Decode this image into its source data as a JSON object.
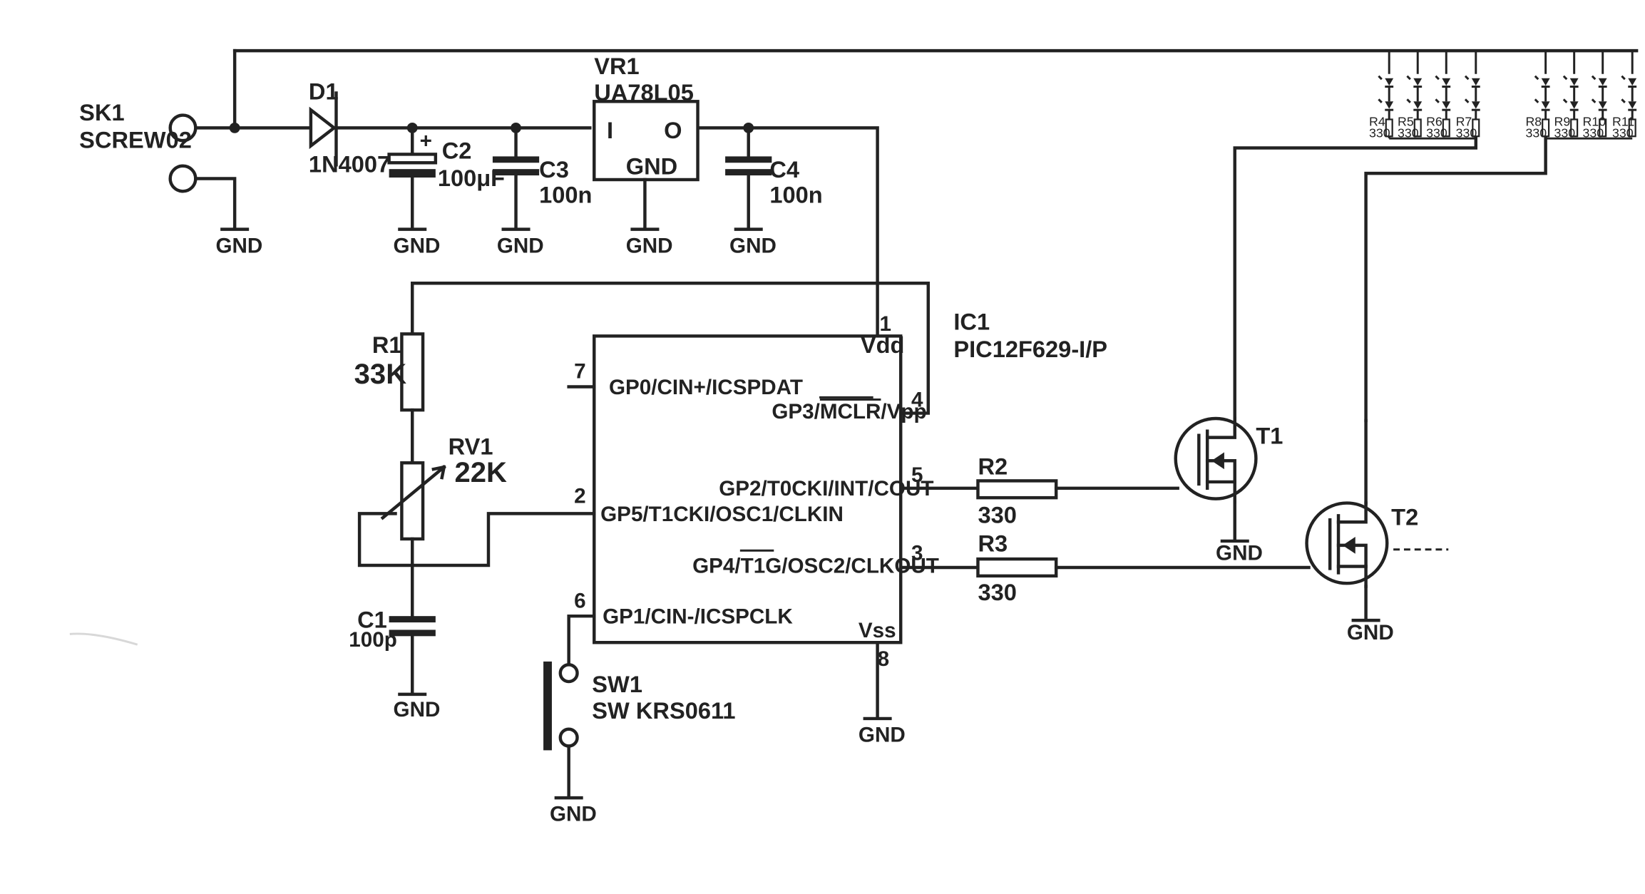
{
  "sk1": {
    "ref": "SK1",
    "value": "SCREW02"
  },
  "d1": {
    "ref": "D1",
    "value": "1N4007"
  },
  "vr1": {
    "ref": "VR1",
    "value": "UA78L05",
    "pin_in": "I",
    "pin_out": "O",
    "pin_gnd": "GND"
  },
  "c2": {
    "ref": "C2",
    "value": "100μF",
    "polarity": "+"
  },
  "c3": {
    "ref": "C3",
    "value": "100n"
  },
  "c4": {
    "ref": "C4",
    "value": "100n"
  },
  "ic1": {
    "ref": "IC1",
    "value": "PIC12F629-I/P",
    "pins": {
      "vdd": {
        "num": "1",
        "name": "Vdd"
      },
      "gp0": {
        "num": "7",
        "name": "GP0/CIN+/ICSPDAT"
      },
      "gp3": {
        "num": "4",
        "name_pre": "GP3/",
        "name_bar": "MCLR",
        "name_post": "/Vpp"
      },
      "gp2": {
        "num": "5",
        "name": "GP2/T0CKI/INT/COUT"
      },
      "gp5": {
        "num": "2",
        "name": "GP5/T1CKI/OSC1/CLKIN"
      },
      "gp4": {
        "num": "3",
        "name_pre": "GP4/T1",
        "name_bar": "G",
        "name_post": "/OSC2/CLKOUT"
      },
      "gp1": {
        "num": "6",
        "name": "GP1/CIN-/ICSPCLK"
      },
      "vss": {
        "num": "8",
        "name": "Vss"
      }
    }
  },
  "r1": {
    "ref": "R1",
    "value": "33K"
  },
  "rv1": {
    "ref": "RV1",
    "value": "22K"
  },
  "c1": {
    "ref": "C1",
    "value": "100p"
  },
  "r2": {
    "ref": "R2",
    "value": "330"
  },
  "r3": {
    "ref": "R3",
    "value": "330"
  },
  "t1": {
    "ref": "T1"
  },
  "t2": {
    "ref": "T2"
  },
  "sw1": {
    "ref": "SW1",
    "value": "SW KRS0611"
  },
  "gnd_label": "GND",
  "led_resistors": [
    {
      "ref": "R4",
      "value": "330"
    },
    {
      "ref": "R5",
      "value": "330"
    },
    {
      "ref": "R6",
      "value": "330"
    },
    {
      "ref": "R7",
      "value": "330"
    },
    {
      "ref": "R8",
      "value": "330"
    },
    {
      "ref": "R9",
      "value": "330"
    },
    {
      "ref": "R10",
      "value": "330"
    },
    {
      "ref": "R11",
      "value": "330"
    }
  ],
  "colors": {
    "ink": "#222222",
    "background": "#ffffff"
  }
}
